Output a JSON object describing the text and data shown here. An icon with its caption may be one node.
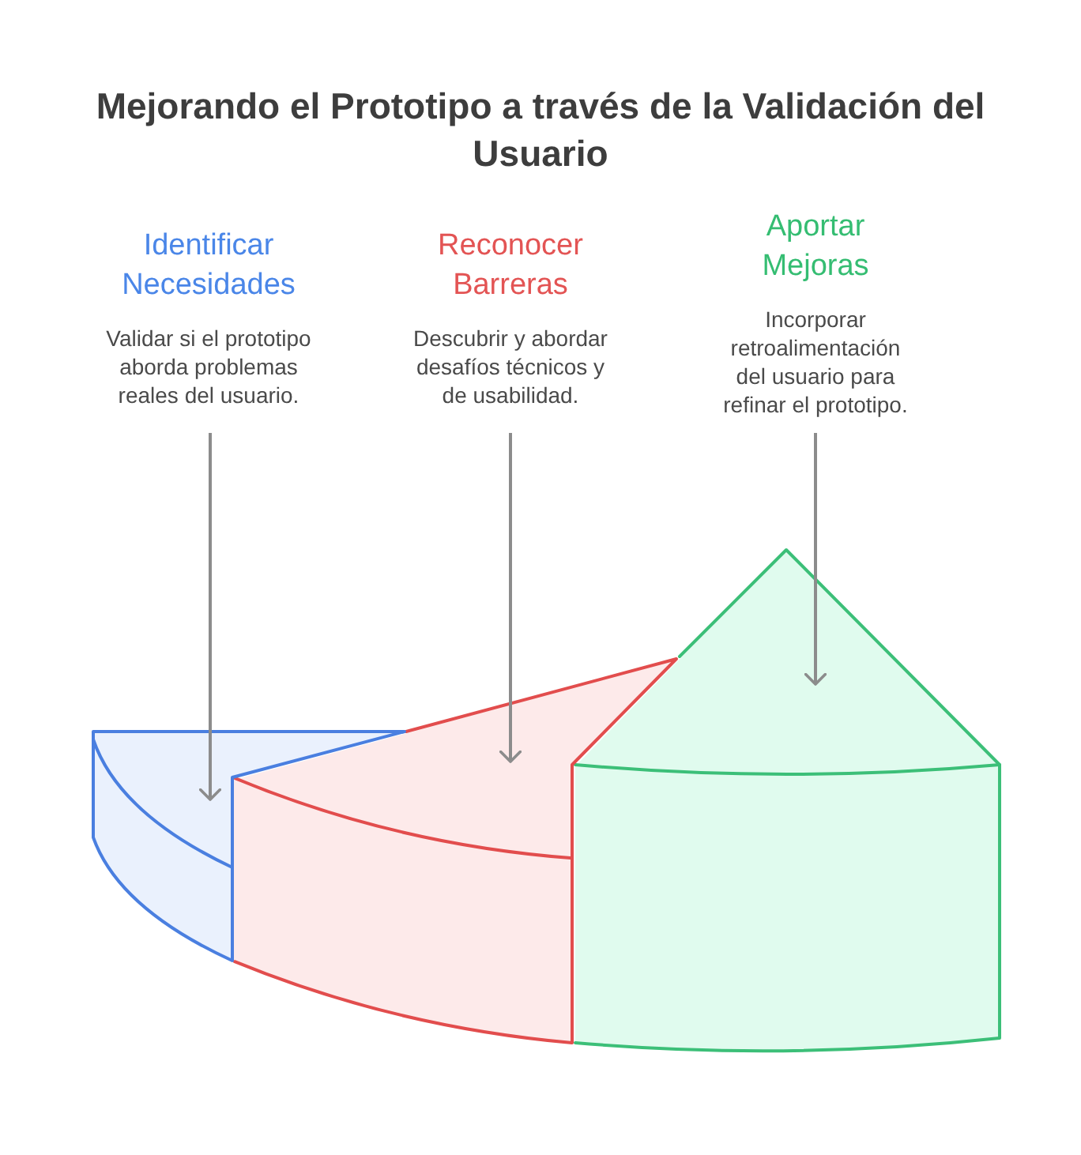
{
  "diagram": {
    "title": "Mejorando el Prototipo a través de la Validación del Usuario",
    "nodes": [
      {
        "text": [
          "Identificar Necesidades",
          "Validar si el prototipo aborda problemas reales del usuario."
        ]
      },
      {
        "text": [
          "Reconocer Barreras",
          "Descubrir y abordar desafíos técnicos y de usabilidad."
        ]
      },
      {
        "text": [
          "Aportar Mejoras",
          "Incorporar retroalimentación del usuario para refinar el prototipo."
        ]
      },
      {
        "text": [],
        "shape": "wedge"
      },
      {
        "text": [],
        "shape": "wedge"
      },
      {
        "text": [],
        "shape": "wedge"
      }
    ],
    "edges": [
      {
        "from": 0,
        "to": 3,
        "arrow": "to"
      },
      {
        "from": 1,
        "to": 4,
        "arrow": "to"
      },
      {
        "from": 2,
        "to": 5,
        "arrow": "to"
      }
    ]
  }
}
